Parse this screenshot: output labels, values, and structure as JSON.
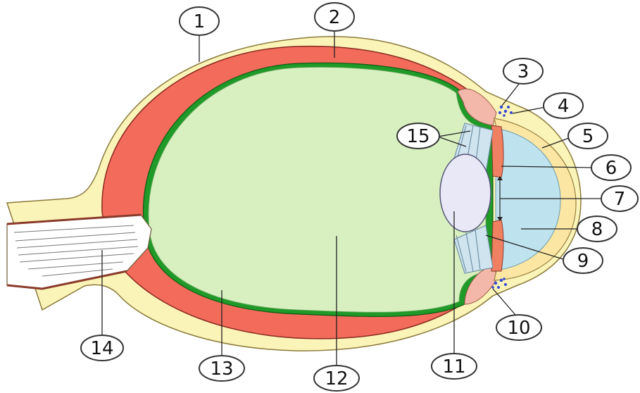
{
  "diagram": {
    "callouts": [
      {
        "id": "1",
        "label": "1"
      },
      {
        "id": "2",
        "label": "2"
      },
      {
        "id": "3",
        "label": "3"
      },
      {
        "id": "4",
        "label": "4"
      },
      {
        "id": "5",
        "label": "5"
      },
      {
        "id": "6",
        "label": "6"
      },
      {
        "id": "7",
        "label": "7"
      },
      {
        "id": "8",
        "label": "8"
      },
      {
        "id": "9",
        "label": "9"
      },
      {
        "id": "10",
        "label": "10"
      },
      {
        "id": "11",
        "label": "11"
      },
      {
        "id": "12",
        "label": "12"
      },
      {
        "id": "13",
        "label": "13"
      },
      {
        "id": "14",
        "label": "14"
      },
      {
        "id": "15",
        "label": "15"
      }
    ],
    "colors": {
      "sclera": "#fbf4b8",
      "choroid": "#f26b5b",
      "retina": "#22a52b",
      "vitreous": "#d8f0c0",
      "anterior_chamber": "#bfe3ee",
      "cornea": "#fbe6a4",
      "lens": "#e8e8f6",
      "ciliary": "#f3b8a9",
      "iris": "#f08062",
      "optic_nerve": "#ffffff",
      "canal": "#3347d6"
    }
  }
}
